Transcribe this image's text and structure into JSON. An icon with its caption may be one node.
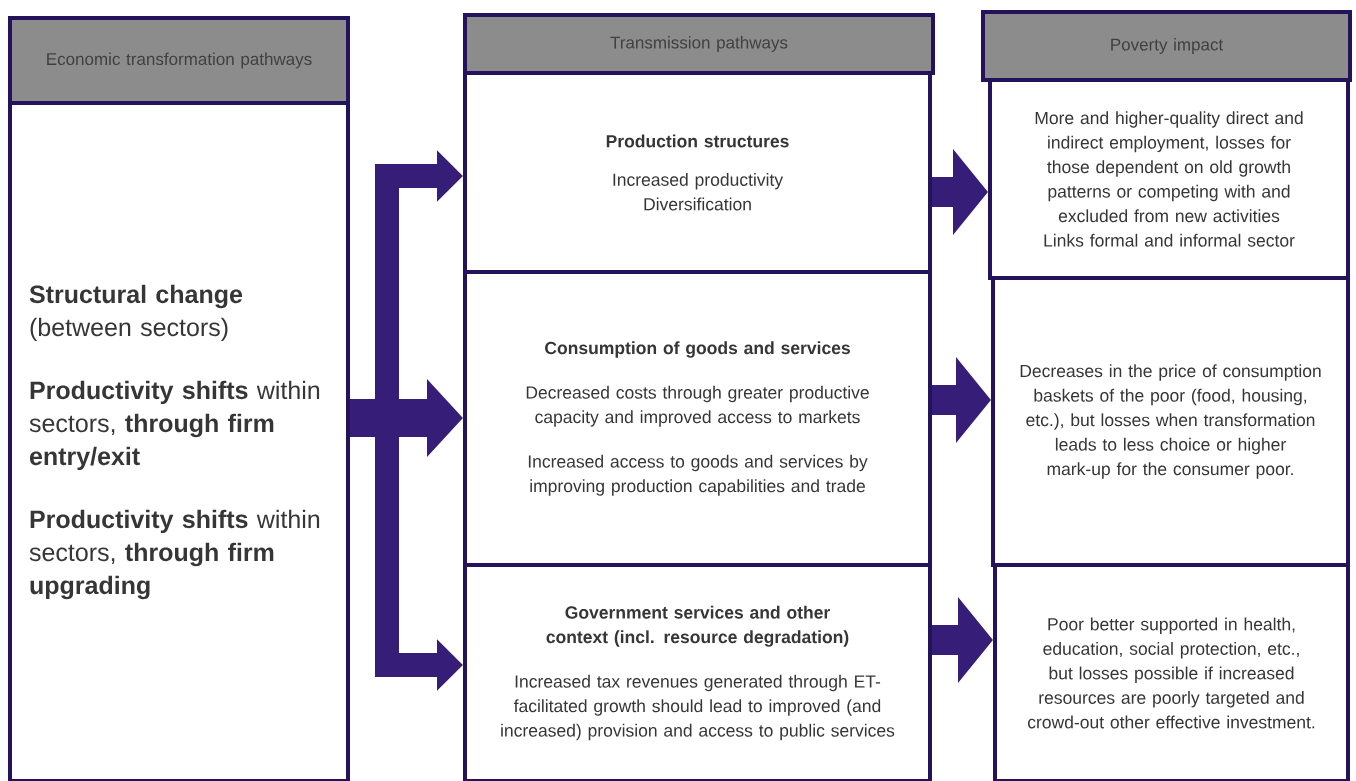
{
  "diagram": {
    "nodes": [
      {
        "text": [
          "Economic transformation pathways"
        ]
      },
      {
        "text": [
          "**Structural change** (between sectors)",
          "**Productivity shifts** within sectors, **through firm entry/exit**",
          "**Productivity shifts** within sectors, **through firm upgrading**"
        ]
      },
      {
        "text": [
          "Transmission pathways"
        ]
      },
      {
        "text": [
          "Production structures",
          "Increased productivity",
          "Diversification"
        ]
      },
      {
        "text": [
          "Consumption of goods and services",
          "Decreased costs through greater productive capacity and improved access to markets",
          "Increased access to goods and services by improving production capabilities and trade"
        ]
      },
      {
        "text": [
          "Government services and other context (incl. resource degradation)",
          "Increased tax revenues generated through ET-facilitated growth should lead to improved (and increased) provision and access to public services"
        ]
      },
      {
        "text": [
          "Poverty impact"
        ]
      },
      {
        "text": [
          "More and higher-quality direct and indirect employment, losses for those dependent on old growth patterns or competing with and excluded from new activities",
          "Links formal and informal sector"
        ]
      },
      {
        "text": [
          "Decreases in the price of consumption baskets of the poor (food, housing, etc.), but losses when transformation leads to less choice or higher mark-up for the consumer poor."
        ]
      },
      {
        "text": [
          "Poor better supported in health, education, social protection, etc., but losses possible if increased resources are poorly targeted and crowd-out other effective investment."
        ]
      }
    ],
    "edges": [
      {
        "from": 1,
        "to": 3,
        "arrow": "to"
      },
      {
        "from": 1,
        "to": 4,
        "arrow": "to"
      },
      {
        "from": 1,
        "to": 5,
        "arrow": "to"
      },
      {
        "from": 3,
        "to": 7,
        "arrow": "to"
      },
      {
        "from": 4,
        "to": 8,
        "arrow": "to"
      },
      {
        "from": 5,
        "to": 9,
        "arrow": "to"
      }
    ]
  }
}
